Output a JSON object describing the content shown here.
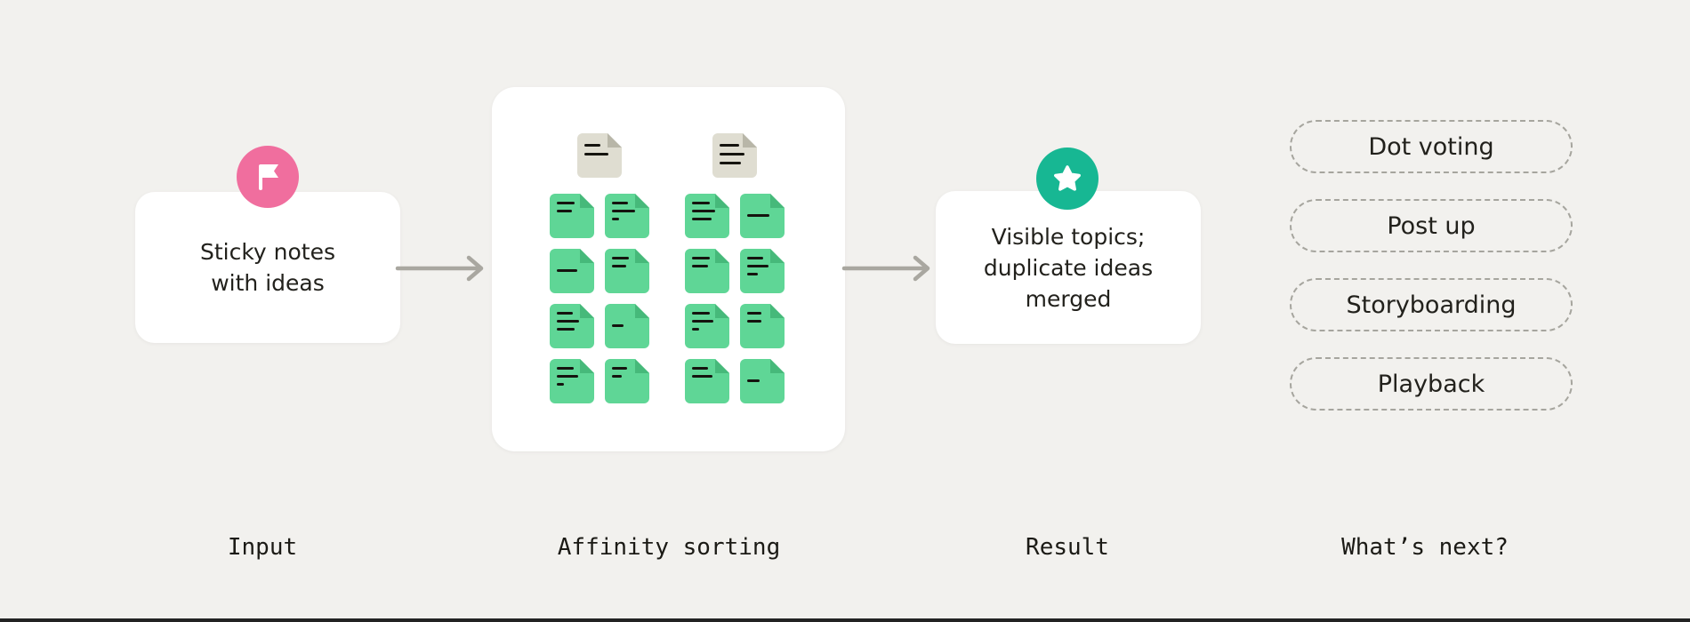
{
  "colors": {
    "background": "#f2f1ee",
    "card": "#ffffff",
    "text": "#22211c",
    "badge_pink": "#f06e9e",
    "badge_teal": "#17b793",
    "note_green": "#5fd696",
    "note_green_fold": "#46b97a",
    "doc_gray": "#dfddd1",
    "doc_gray_fold": "#b8b6a8",
    "arrow_gray": "#a9a7a0",
    "pill_border": "#a6a59e"
  },
  "input": {
    "label": "Input",
    "badge_icon": "flag-icon",
    "card_lines": [
      "Sticky notes",
      "with ideas"
    ]
  },
  "affinity": {
    "label": "Affinity sorting",
    "groups": [
      {
        "header_lines": [
          42,
          64
        ],
        "notes": [
          [
            48,
            40
          ],
          [
            42,
            62,
            18
          ],
          [
            55
          ],
          [
            45,
            38
          ],
          [
            42,
            60,
            48
          ],
          [
            32
          ],
          [
            45,
            56,
            20
          ],
          [
            40,
            26
          ]
        ]
      },
      {
        "header_lines": [
          52,
          66,
          56
        ],
        "notes": [
          [
            48,
            62,
            52
          ],
          [
            60
          ],
          [
            48,
            44
          ],
          [
            44,
            58,
            28
          ],
          [
            48,
            58,
            20
          ],
          [
            38,
            38
          ],
          [
            44,
            54
          ],
          [
            34
          ]
        ]
      }
    ]
  },
  "result": {
    "label": "Result",
    "badge_icon": "star-icon",
    "card_lines": [
      "Visible topics;",
      "duplicate ideas",
      "merged"
    ]
  },
  "whats_next": {
    "label": "What’s next?",
    "options": [
      "Dot voting",
      "Post up",
      "Storyboarding",
      "Playback"
    ]
  }
}
